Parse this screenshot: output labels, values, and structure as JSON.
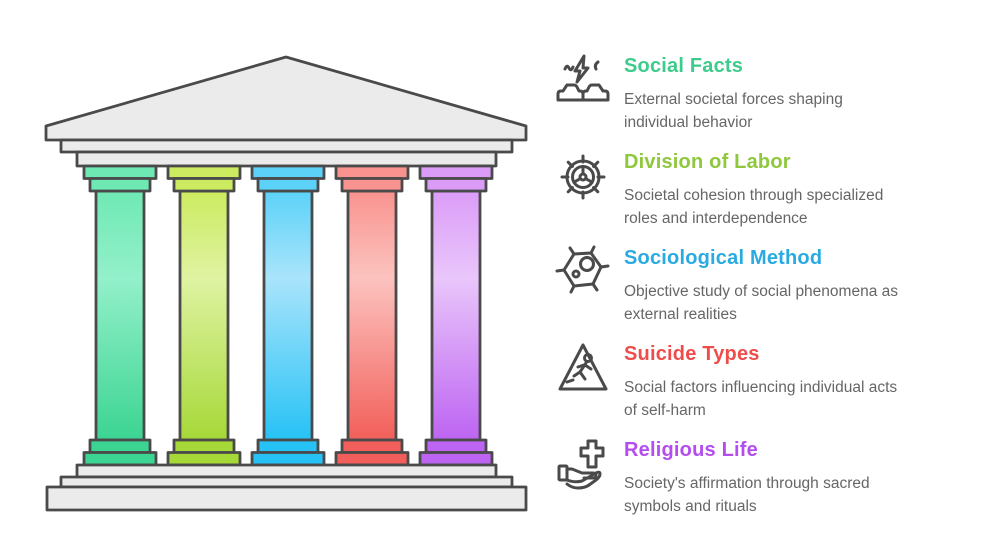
{
  "legend": {
    "items": [
      {
        "icon": "car-collision-icon",
        "title": "Social Facts",
        "color": "#3dcc8c",
        "description": "External societal forces shaping individual behavior"
      },
      {
        "icon": "gear-wheel-icon",
        "title": "Division of Labor",
        "color": "#8fc73d",
        "description": "Societal cohesion through specialized roles and interdependence"
      },
      {
        "icon": "cell-icon",
        "title": "Sociological Method",
        "color": "#29abe2",
        "description": "Objective study of social phenomena as external realities"
      },
      {
        "icon": "falling-person-warning-icon",
        "title": "Suicide Types",
        "color": "#ef4c4c",
        "description": "Social factors influencing individual acts of self-harm"
      },
      {
        "icon": "hand-cross-icon",
        "title": "Religious Life",
        "color": "#b44df0",
        "description": "Society's affirmation through sacred symbols and rituals"
      }
    ]
  },
  "temple": {
    "structure_fill": "#ebebeb",
    "outline": "#4a4a4a",
    "pillars": [
      {
        "concept": "Social Facts",
        "cap": "#6fe9b4",
        "light": "#93f0ca",
        "dark": "#3cd492"
      },
      {
        "concept": "Division of Labor",
        "cap": "#cdeb60",
        "light": "#dff3a2",
        "dark": "#a6d838"
      },
      {
        "concept": "Sociological Method",
        "cap": "#5cd2f8",
        "light": "#a9e4fb",
        "dark": "#27c2f5"
      },
      {
        "concept": "Suicide Types",
        "cap": "#f9938f",
        "light": "#fcc3bf",
        "dark": "#f25f5a"
      },
      {
        "concept": "Religious Life",
        "cap": "#db9cf8",
        "light": "#e9c6fa",
        "dark": "#bd64f2"
      }
    ]
  }
}
